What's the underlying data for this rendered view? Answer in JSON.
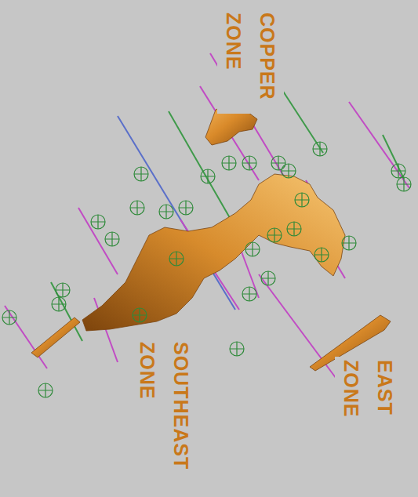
{
  "diagram": {
    "labels": [
      "COPPER ZONE",
      "SOUTHEAST ZONE",
      "EAST ZONE"
    ]
  }
}
